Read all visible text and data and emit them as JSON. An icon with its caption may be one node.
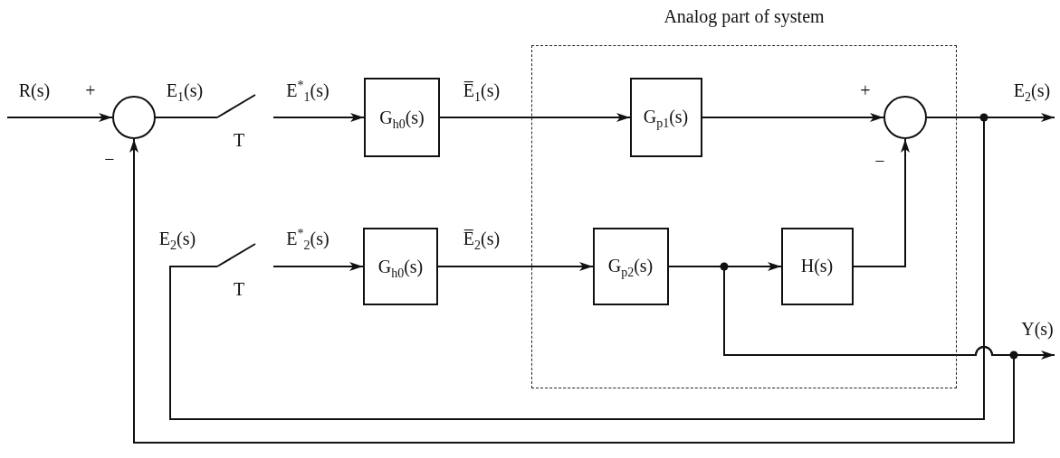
{
  "diagram": {
    "nodes": [
      {
        "text": [
          "Analog part of system"
        ]
      },
      {
        "text": [],
        "shape": "circle"
      },
      {
        "text": [
          "G$_{h0}$(s)"
        ]
      },
      {
        "text": [
          "G$_{p1}$(s)"
        ],
        "in": 0
      },
      {
        "text": [],
        "shape": "circle",
        "in": 0
      },
      {
        "text": [
          "G$_{h0}$(s)"
        ]
      },
      {
        "text": [
          "G$_{p2}$(s)"
        ],
        "in": 0
      },
      {
        "text": [
          "H(s)"
        ],
        "in": 0
      },
      {
        "text": [
          "T"
        ]
      },
      {
        "text": [
          "T"
        ]
      }
    ],
    "edges": [
      {
        "from": null,
        "to": 1,
        "arrow": "to",
        "label": "R(s)"
      },
      {
        "from": 1,
        "to": 8,
        "arrow": "none",
        "label": "E$_{1}$(s)"
      },
      {
        "from": 8,
        "to": 2,
        "arrow": "to",
        "label": "E$^{*}$$_{1}$(s)"
      },
      {
        "from": 2,
        "to": 3,
        "arrow": "to",
        "label": "E̅$_{1}$(s)"
      },
      {
        "from": 3,
        "to": 4,
        "arrow": "to"
      },
      {
        "from": 4,
        "to": null,
        "arrow": "to",
        "label": "E$_{2}$(s)"
      },
      {
        "from": 4,
        "to": 9,
        "arrow": "none",
        "label": "E$_{2}$(s)"
      },
      {
        "from": 9,
        "to": 5,
        "arrow": "to",
        "label": "E$^{*}$$_{2}$(s)"
      },
      {
        "from": 5,
        "to": 6,
        "arrow": "to",
        "label": "E̅$_{2}$(s)"
      },
      {
        "from": 6,
        "to": 7,
        "arrow": "to"
      },
      {
        "from": 7,
        "to": 4,
        "arrow": "to"
      },
      {
        "from": 6,
        "to": null,
        "arrow": "to",
        "label": "Y(s)"
      },
      {
        "from": 6,
        "to": 1,
        "arrow": "to"
      }
    ],
    "labels": [
      "+",
      "−",
      "+",
      "−"
    ]
  }
}
